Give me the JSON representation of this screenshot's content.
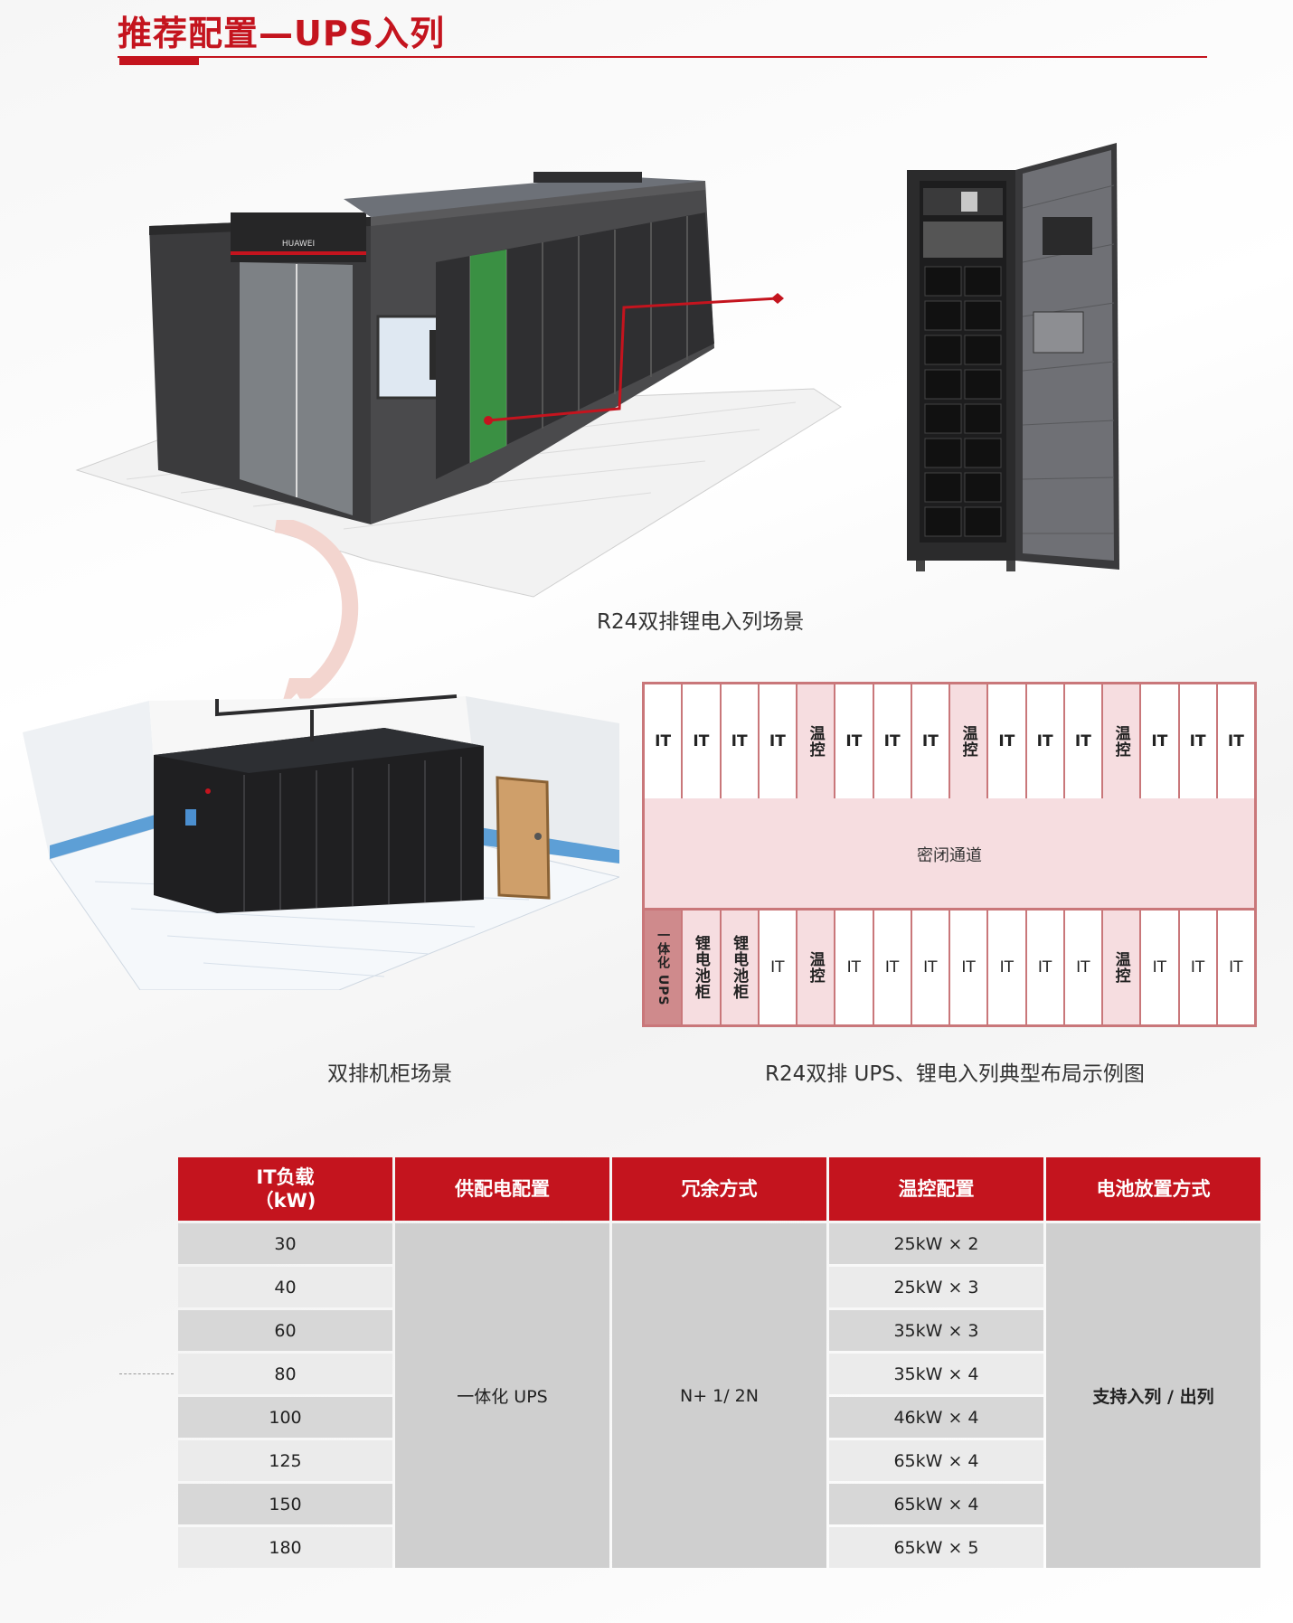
{
  "header": {
    "title": "推荐配置—UPS入列"
  },
  "scene_top": {
    "caption": "R24双排锂电入列场景",
    "brand": "HUAWEI"
  },
  "scene_bottom": {
    "caption": "双排机柜场景"
  },
  "layout_diagram": {
    "caption": "R24双排 UPS、锂电入列典型布局示例图",
    "aisle_label": "密闭通道",
    "top_row": [
      "IT",
      "IT",
      "IT",
      "IT",
      "温控",
      "IT",
      "IT",
      "IT",
      "温控",
      "IT",
      "IT",
      "IT",
      "温控",
      "IT",
      "IT",
      "IT"
    ],
    "bottom_row": [
      "一体化 UPS",
      "锂电池柜",
      "锂电池柜",
      "IT",
      "温控",
      "IT",
      "IT",
      "IT",
      "IT",
      "IT",
      "IT",
      "IT",
      "温控",
      "IT",
      "IT",
      "IT"
    ]
  },
  "table": {
    "headers": [
      "IT负载\n（kW)",
      "供配电配置",
      "冗余方式",
      "温控配置",
      "电池放置方式"
    ],
    "loads": [
      "30",
      "40",
      "60",
      "80",
      "100",
      "125",
      "150",
      "180"
    ],
    "power_config": "一体化 UPS",
    "redundancy": "N+ 1/ 2N",
    "cooling": [
      "25kW × 2",
      "25kW × 3",
      "35kW × 3",
      "35kW × 4",
      "46kW × 4",
      "65kW × 4",
      "65kW × 4",
      "65kW × 5"
    ],
    "battery": "支持入列 / 出列"
  },
  "colors": {
    "accent": "#c4141e",
    "cooling_cell": "#f6dde0",
    "ups_cell": "#cf8a8c"
  }
}
